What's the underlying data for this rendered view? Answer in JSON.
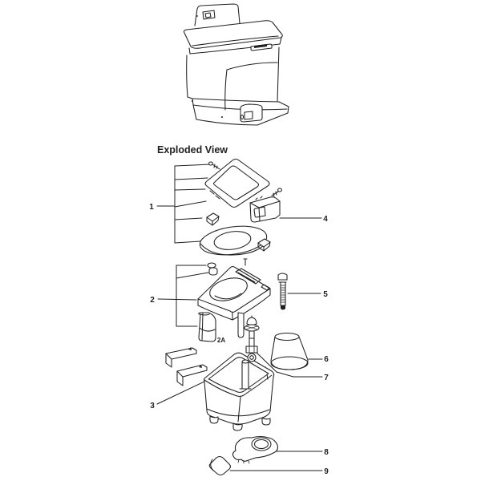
{
  "title": "Exploded View",
  "colors": {
    "line": "#1f1f1f",
    "background": "#ffffff"
  },
  "callouts": [
    {
      "text": "1"
    },
    {
      "text": "2"
    },
    {
      "text": "2A"
    },
    {
      "text": "3"
    },
    {
      "text": "4"
    },
    {
      "text": "5"
    },
    {
      "text": "6"
    },
    {
      "text": "7"
    },
    {
      "text": "8"
    },
    {
      "text": "9"
    }
  ]
}
